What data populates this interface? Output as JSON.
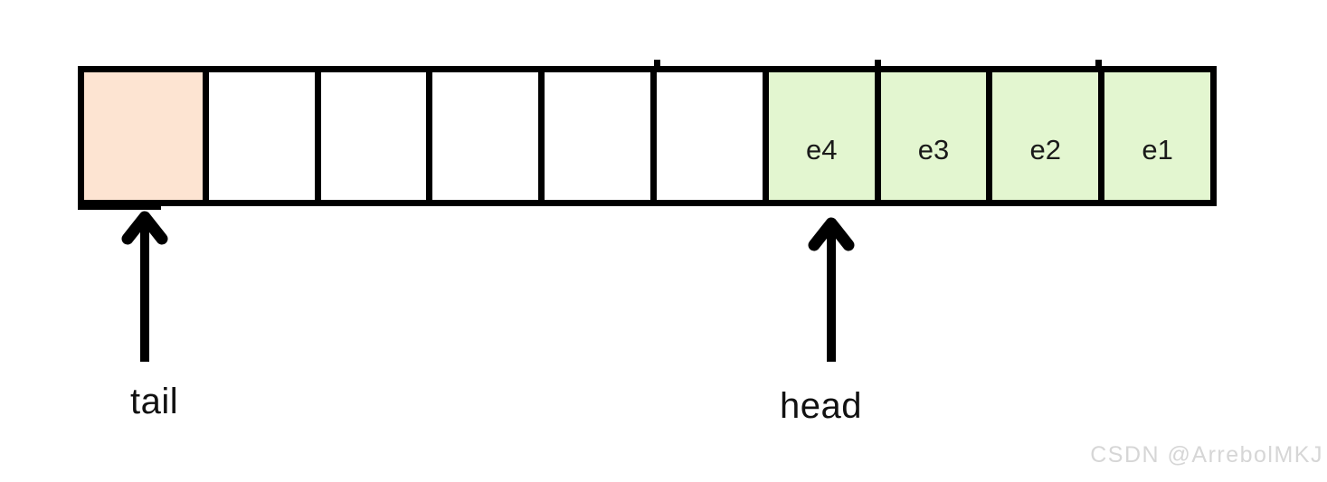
{
  "diagram": {
    "description": "queue stored in array: head/tail pointer illustration",
    "cells": [
      {
        "index": 0,
        "label": "",
        "state": "tail-slot"
      },
      {
        "index": 1,
        "label": "",
        "state": "empty"
      },
      {
        "index": 2,
        "label": "",
        "state": "empty"
      },
      {
        "index": 3,
        "label": "",
        "state": "empty"
      },
      {
        "index": 4,
        "label": "",
        "state": "empty"
      },
      {
        "index": 5,
        "label": "",
        "state": "empty"
      },
      {
        "index": 6,
        "label": "e4",
        "state": "occupied"
      },
      {
        "index": 7,
        "label": "e3",
        "state": "occupied"
      },
      {
        "index": 8,
        "label": "e2",
        "state": "occupied"
      },
      {
        "index": 9,
        "label": "e1",
        "state": "occupied"
      }
    ],
    "pointers": {
      "tail": {
        "label": "tail",
        "points_to_cell": 0
      },
      "head": {
        "label": "head",
        "points_to_cell": 6
      }
    },
    "colors": {
      "tail_cell_fill": "#fde4d2",
      "occupied_cell_fill": "#e3f6d0",
      "border": "#000000",
      "label_text": "#1a1a1a",
      "watermark_text": "#d6d6d6"
    }
  },
  "watermark": {
    "text": "CSDN @ArrebolMKJ"
  }
}
